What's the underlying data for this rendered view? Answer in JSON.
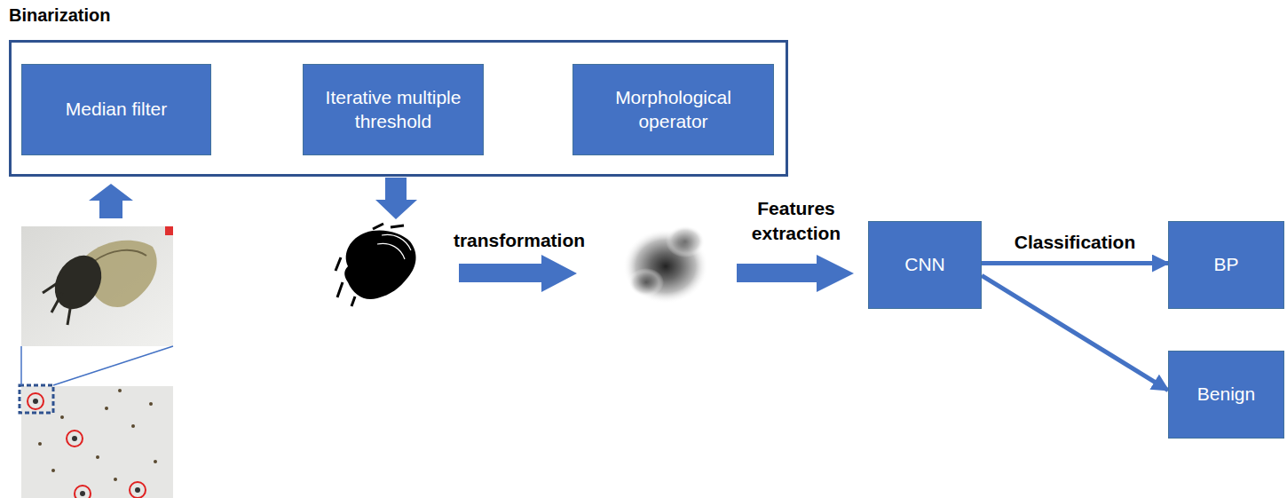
{
  "diagram": {
    "nodes": [
      {
        "text": [
          "Binarization"
        ]
      },
      {
        "text": [
          "Median filter"
        ],
        "in": 0
      },
      {
        "text": [
          "Iterative multiple threshold"
        ],
        "in": 0
      },
      {
        "text": [
          "Morphological operator"
        ],
        "in": 0
      },
      {
        "text": [
          "CNN"
        ]
      },
      {
        "text": [
          "BP"
        ]
      },
      {
        "text": [
          "Benign"
        ]
      }
    ],
    "edges": [
      {
        "from": 4,
        "to": 5,
        "label": "Classification",
        "arrow": "to"
      },
      {
        "from": 4,
        "to": 6,
        "arrow": "to"
      }
    ],
    "labels": [
      "transformation",
      "Features extraction"
    ]
  }
}
